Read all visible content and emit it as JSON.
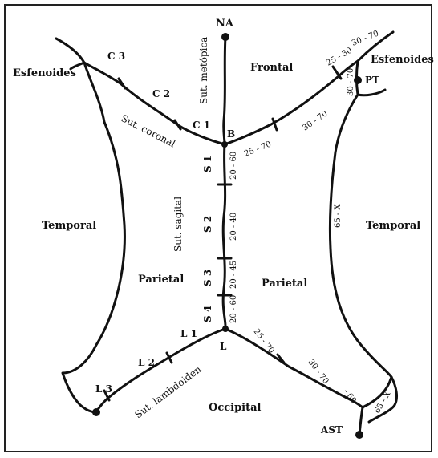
{
  "bones": {
    "frontal": "Frontal",
    "esfenoides_left": "Esfenoides",
    "esfenoides_right": "Esfenoides",
    "temporal_left": "Temporal",
    "temporal_right": "Temporal",
    "parietal_left": "Parietal",
    "parietal_right": "Parietal",
    "occipital": "Occipital"
  },
  "landmarks": {
    "na": "NA",
    "b": "B",
    "l": "L",
    "pt": "PT",
    "ast": "AST"
  },
  "sutures": {
    "metopica": "Sut. metópica",
    "coronal": "Sut. coronal",
    "sagital": "Sut. sagital",
    "lambdoidea": "Sut. lambdoiden"
  },
  "segments": {
    "c1": "C 1",
    "c2": "C 2",
    "c3": "C 3",
    "s1": "S 1",
    "s2": "S 2",
    "s3": "S 3",
    "s4": "S 4",
    "l1": "L 1",
    "l2": "L 2",
    "l3": "L 3"
  },
  "ranges": {
    "s1": "20 - 60",
    "s2": "20 - 40",
    "s3": "20 - 45",
    "s4": "20 - 60",
    "coronal_near_b": "25 - 70",
    "coronal_mid": "30 - 70",
    "coronal_pt_vertical": "30 - 70",
    "coronal_pt_upper": "25 - 30",
    "esfenoides_top": "30 - 70",
    "temporal_right": "65 - X",
    "lambdoid_near_l": "25 - 70",
    "lambdoid_mid": "30 - 70",
    "lambdoid_near_ast": "- 60",
    "asterion_right": "65 - X"
  }
}
